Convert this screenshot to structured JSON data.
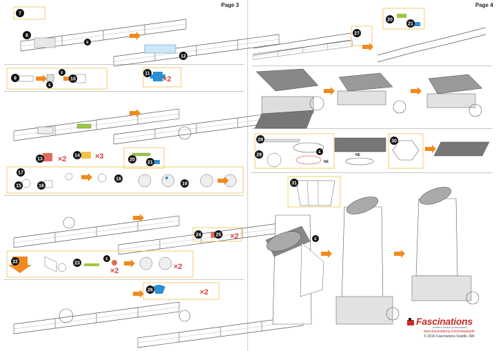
{
  "pages": {
    "left_label": "Page 3",
    "right_label": "Page 4"
  },
  "steps_left": [
    "7",
    "8",
    "E",
    "9",
    "E",
    "E",
    "10",
    "11",
    "12",
    "13",
    "14",
    "15",
    "16",
    "17",
    "18",
    "19",
    "20",
    "21",
    "22",
    "23",
    "24",
    "25",
    "26",
    "E"
  ],
  "steps_right": [
    "20",
    "21",
    "27",
    "28",
    "29",
    "30",
    "31",
    "E",
    "E",
    "NE",
    "NE"
  ],
  "multipliers": {
    "x2": "×2",
    "x3": "×3"
  },
  "brand": {
    "name": "Fascinations",
    "tagline": "wonders created by fascinations",
    "url": "www.fascinations.com/metalearth",
    "copyright": "© 2016 Fascinations Seattle, WA"
  },
  "colors": {
    "brand_red": "#c92a2a",
    "step_black": "#111111",
    "arrow_orange": "#f08a1e",
    "highlight_yellow": "#f3c24a",
    "part_blue": "#2a8fd4",
    "part_red": "#e06a5a",
    "part_green": "#9cc93c"
  },
  "icons": [
    "step-badge-icon",
    "orange-arrow-icon",
    "fascinations-logo-icon"
  ]
}
